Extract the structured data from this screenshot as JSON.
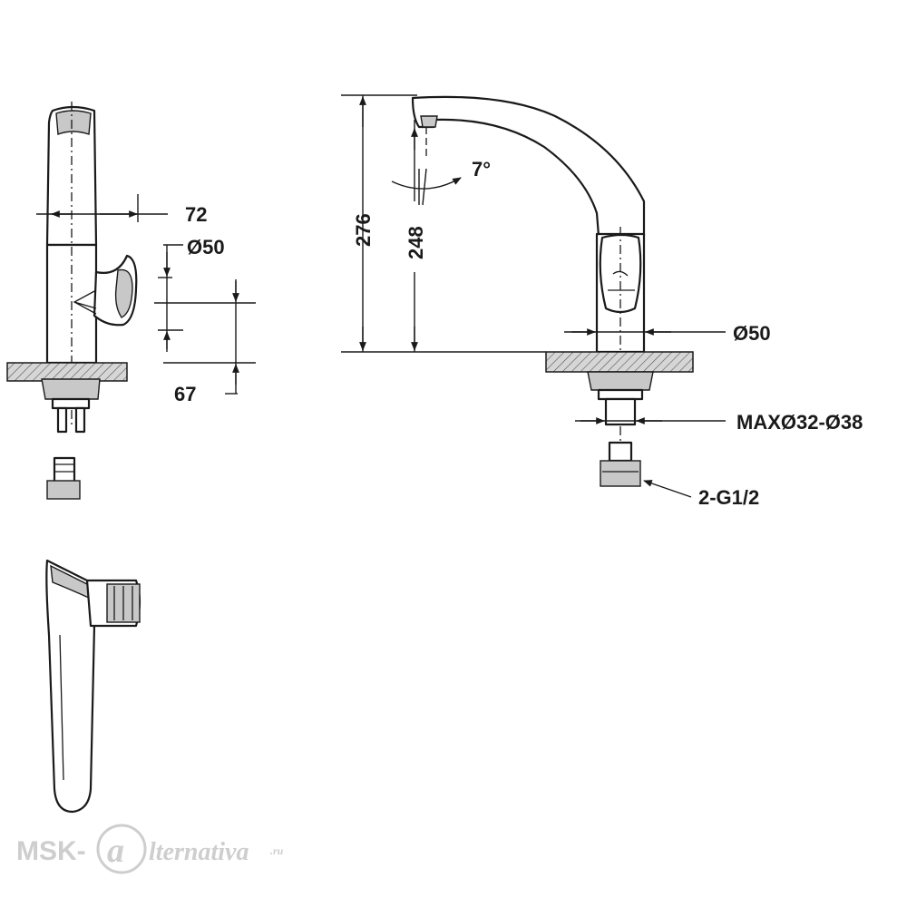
{
  "dimensions": {
    "width_72": "72",
    "diameter_50_side": "Ø50",
    "depth_67": "67",
    "height_276": "276",
    "height_248": "248",
    "angle_7": "7°",
    "diameter_50_base": "Ø50",
    "max_hole": "MAXØ32-Ø38",
    "connection": "2-G1/2"
  },
  "watermark": {
    "prefix": "MSK-",
    "symbol": "a",
    "suffix": "lternativa",
    "domain": ".ru"
  }
}
